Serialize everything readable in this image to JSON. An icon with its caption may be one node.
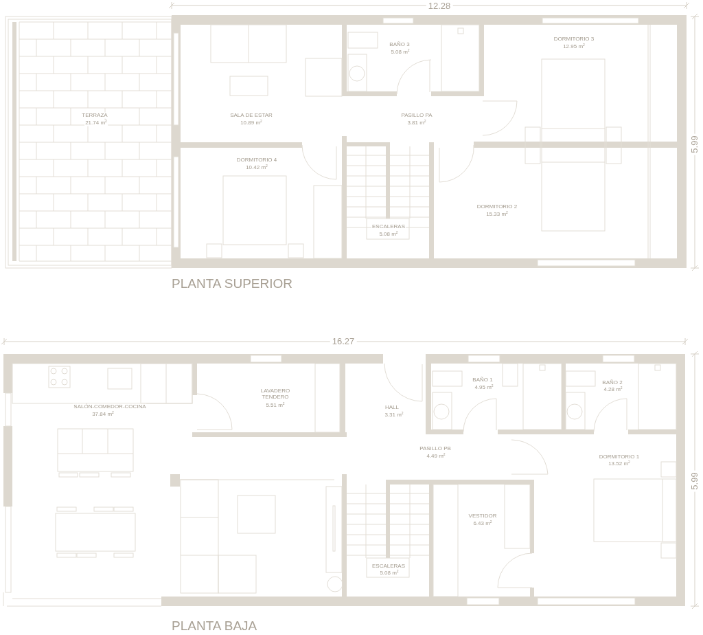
{
  "diagram": {
    "labels": [
      "12.28",
      "5.99",
      "BAÑO 3",
      "5.08 m$^{2}$",
      "DORMITORIO 3",
      "12.95 m$^{2}$",
      "TERRAZA",
      "21.74 m$^{2}$",
      "SALA DE ESTAR",
      "10.89 m$^{2}$",
      "PASILLO PA",
      "3.81 m$^{2}$",
      "DORMITORIO 4",
      "10.42 m$^{2}$",
      "DORMITORIO 2",
      "15.33 m$^{2}$",
      "ESCALERAS",
      "5.08 m$^{2}$",
      "PLANTA SUPERIOR",
      "16.27",
      "5.99",
      "BAÑO 1",
      "4.95 m$^{2}$",
      "BAÑO 2",
      "4.28 m$^{2}$",
      "LAVADERO TENDERO",
      "5.51 m$^{2}$",
      "SALÓN-COMEDOR-COCINA",
      "37.84 m$^{2}$",
      "HALL",
      "3.31 m$^{2}$",
      "PASILLO PB",
      "4.49 m$^{2}$",
      "DORMITORIO 1",
      "13.52 m$^{2}$",
      "VESTIDOR",
      "6.43 m$^{2}$",
      "ESCALERAS",
      "5.08 m$^{2}$",
      "PLANTA BAJA"
    ]
  }
}
